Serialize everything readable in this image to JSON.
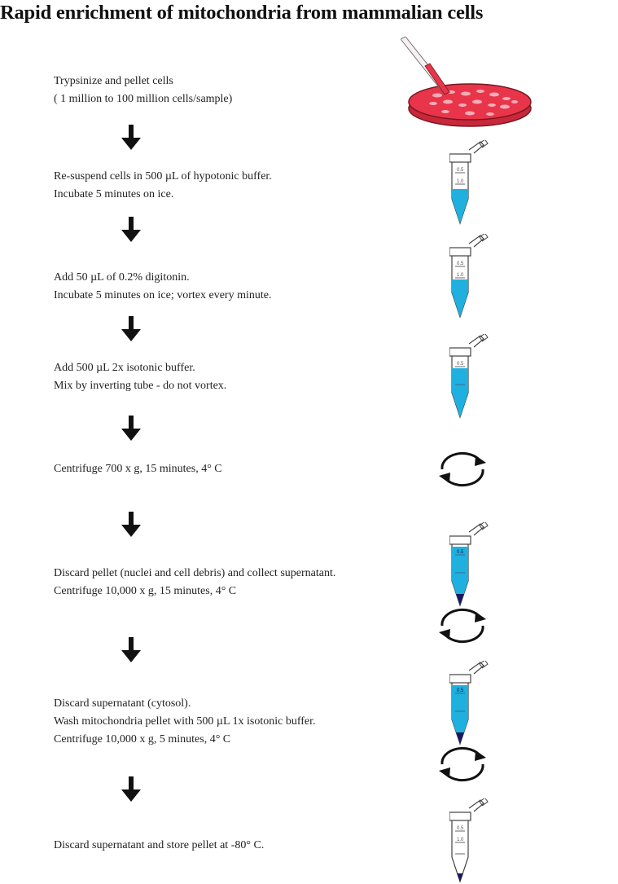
{
  "title": "Rapid enrichment of mitochondria from mammalian cells",
  "steps": [
    {
      "lines": [
        "Trypsinize and pellet cells",
        "( 1 million to 100 million cells/sample)"
      ]
    },
    {
      "lines": [
        "Re-suspend cells in 500  µL of hypotonic buffer.",
        "Incubate 5 minutes on ice."
      ]
    },
    {
      "lines": [
        "Add 50  µL of 0.2% digitonin.",
        "Incubate 5 minutes on ice; vortex every minute."
      ]
    },
    {
      "lines": [
        "Add 500  µL 2x isotonic buffer.",
        "Mix by inverting tube - do not vortex."
      ]
    },
    {
      "lines": [
        "Centrifuge 700 x g, 15 minutes, 4° C"
      ]
    },
    {
      "lines": [
        "Discard pellet (nuclei and cell debris) and collect supernatant.",
        "Centrifuge 10,000 x g, 15 minutes, 4° C"
      ]
    },
    {
      "lines": [
        "Discard supernatant (cytosol).",
        "Wash mitochondria pellet with 500  µL 1x isotonic buffer.",
        "Centrifuge 10,000 x g, 5 minutes, 4° C"
      ]
    },
    {
      "lines": [
        "Discard supernatant and store pellet at -80° C."
      ]
    }
  ],
  "tube_marks": {
    "top": "0.5",
    "mid": "1.0"
  },
  "colors": {
    "dish": "#e8354a",
    "liquid": "#1fb0e0",
    "pellet": "#1a1a5a",
    "arrow": "#111111"
  }
}
